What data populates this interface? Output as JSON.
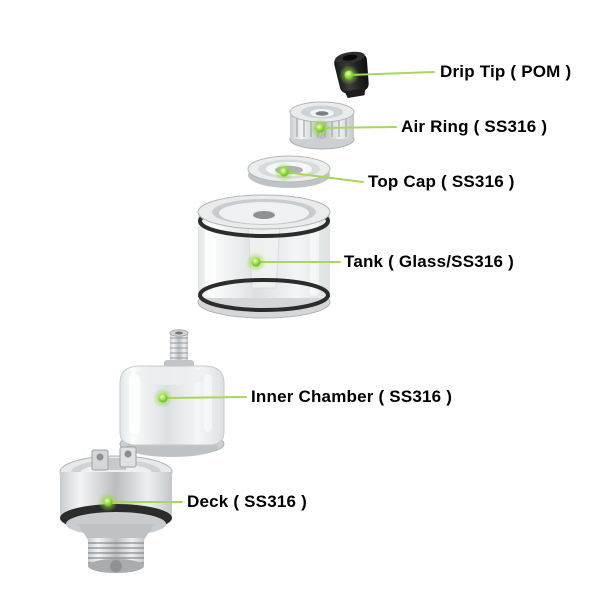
{
  "diagram": {
    "colors": {
      "callout_line": "#a9d65c",
      "callout_dot": "#7ac32f",
      "label_text": "#000000"
    },
    "parts": [
      {
        "name": "drip-tip",
        "label": "Drip Tip ( POM )"
      },
      {
        "name": "air-ring",
        "label": "Air Ring ( SS316 )"
      },
      {
        "name": "top-cap",
        "label": "Top Cap ( SS316 )"
      },
      {
        "name": "tank",
        "label": "Tank ( Glass/SS316 )"
      },
      {
        "name": "inner-chamber",
        "label": "Inner Chamber ( SS316 )"
      },
      {
        "name": "deck",
        "label": "Deck ( SS316 )"
      }
    ]
  }
}
